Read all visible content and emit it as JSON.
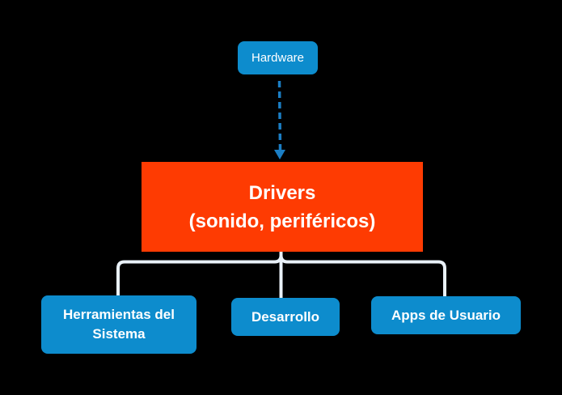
{
  "colors": {
    "background": "#000000",
    "node_blue": "#0d8ccd",
    "node_orange": "#fe3b02",
    "edge_dashed_blue": "#1b7ec4",
    "edge_light": "#e9f1f8",
    "text_white": "#ffffff"
  },
  "nodes": {
    "hardware": {
      "label": "Hardware"
    },
    "drivers": {
      "lines": [
        "Drivers",
        "(sonido, periféricos)"
      ]
    },
    "herramientas": {
      "lines": [
        "Herramientas del",
        "Sistema"
      ]
    },
    "desarrollo": {
      "label": "Desarrollo"
    },
    "apps": {
      "label": "Apps de Usuario"
    }
  },
  "edges": [
    {
      "from": "Hardware",
      "to": "Drivers (sonido, periféricos)",
      "style": "dashed-arrow"
    },
    {
      "from": "Drivers (sonido, periféricos)",
      "to": "Herramientas del Sistema",
      "style": "solid"
    },
    {
      "from": "Drivers (sonido, periféricos)",
      "to": "Desarrollo",
      "style": "solid"
    },
    {
      "from": "Drivers (sonido, periféricos)",
      "to": "Apps de Usuario",
      "style": "solid"
    }
  ]
}
